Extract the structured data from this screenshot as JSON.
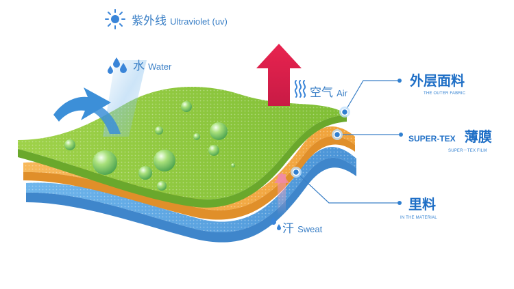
{
  "uv": {
    "cn": "紫外线",
    "en": "Ultraviolet (uv)",
    "icon": "sun-icon"
  },
  "water": {
    "cn": "水",
    "en": "Water",
    "icon": "raindrops-icon"
  },
  "air": {
    "cn": "空气",
    "en": "Air",
    "icon": "heat-waves-icon"
  },
  "sweat": {
    "cn": "汗",
    "en": "Sweat",
    "icon": "sweat-drops-icon"
  },
  "layers": {
    "outer": {
      "title": "外层面料",
      "subtitle": "THE OUTER FABRIC"
    },
    "film": {
      "title_en": "SUPER-TEX",
      "title_cn": "薄膜",
      "subtitle": "SUPER－TEX FILM"
    },
    "lining": {
      "title": "里料",
      "subtitle": "IN THE MATERIAL"
    }
  },
  "colors": {
    "green_layer": "#8cc63f",
    "orange_layer": "#f5a742",
    "blue_layer": "#5aa7e0",
    "label_blue": "#3a7fc6",
    "air_arrow": "#d6204a",
    "water_arrow": "#3c8fd8"
  }
}
